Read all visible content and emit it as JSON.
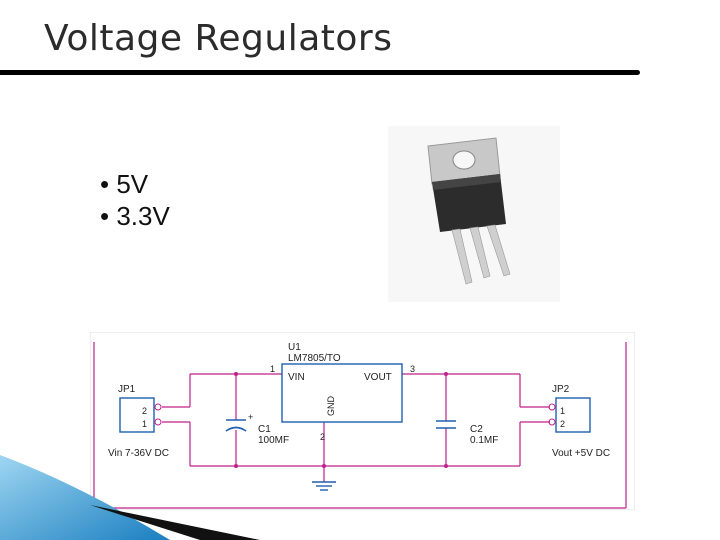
{
  "slide": {
    "title": "Voltage Regulators",
    "bullets": [
      "5V",
      "3.3V"
    ]
  },
  "schematic": {
    "u1_ref": "U1",
    "u1_part": "LM7805/TO",
    "pin1": "1",
    "pin2": "2",
    "pin3": "3",
    "vin": "VIN",
    "vout": "VOUT",
    "gnd": "GND",
    "jp1": "JP1",
    "jp2": "JP2",
    "jp1_pin_top": "2",
    "jp1_pin_bot": "1",
    "jp2_pin_top": "1",
    "jp2_pin_bot": "2",
    "c1_ref": "C1",
    "c1_val": "100MF",
    "c2_ref": "C2",
    "c2_val": "0.1MF",
    "plus": "+",
    "vin_label": "Vin 7-36V DC",
    "vout_label": "Vout +5V DC"
  },
  "colors": {
    "wire": "#c0208a",
    "component": "#1f5fb0",
    "text": "#222222",
    "accent": "#1a7fc0"
  }
}
